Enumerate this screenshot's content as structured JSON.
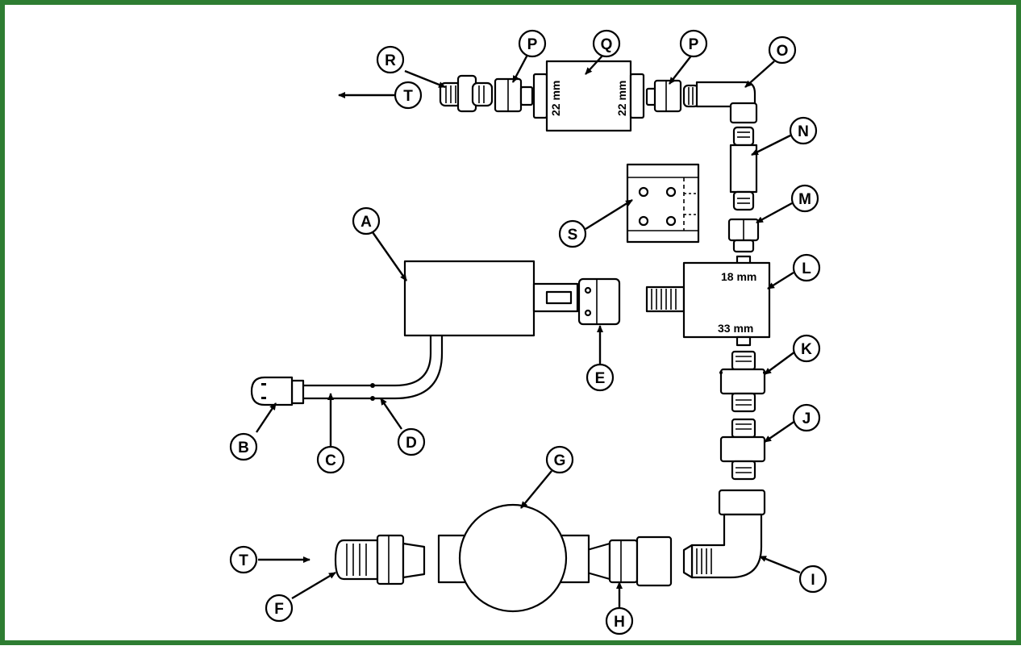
{
  "frame": {
    "border_color": "#2e7d32",
    "background": "#ffffff"
  },
  "callouts": {
    "A": "A",
    "B": "B",
    "C": "C",
    "D": "D",
    "E": "E",
    "F": "F",
    "G": "G",
    "H": "H",
    "I": "I",
    "J": "J",
    "K": "K",
    "L": "L",
    "M": "M",
    "N": "N",
    "O": "O",
    "P_left": "P",
    "P_right": "P",
    "Q": "Q",
    "R": "R",
    "S": "S",
    "T_top": "T",
    "T_bottom": "T"
  },
  "dimensions": {
    "q_left": "22 mm",
    "q_right": "22 mm",
    "l_top": "18 mm",
    "l_bottom": "33 mm"
  }
}
